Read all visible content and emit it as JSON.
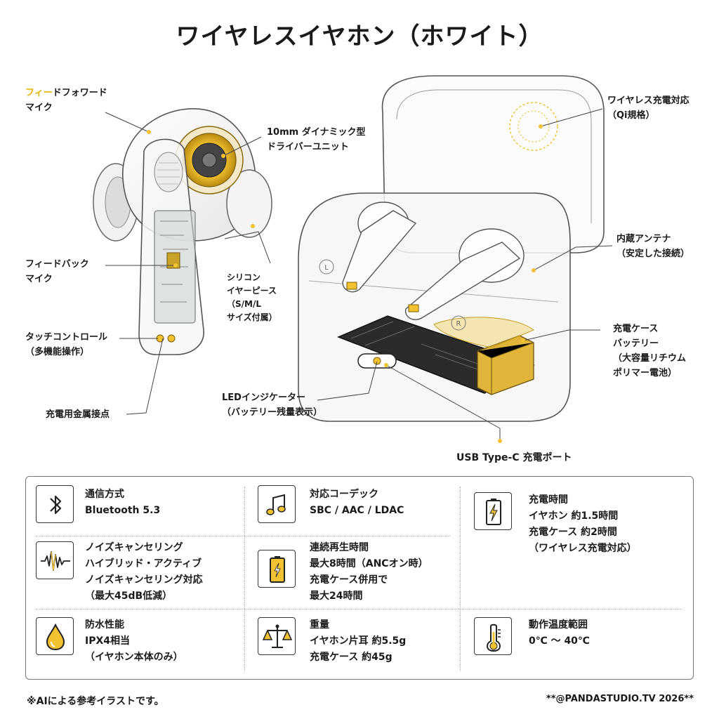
{
  "title": "ワイヤレスイヤホン（ホワイト）",
  "callouts": {
    "ff_mic": {
      "hl": "フィー",
      "rest": "ドフォワード",
      "line2": "マイク"
    },
    "driver": [
      "10mm ダイナミック型",
      "ドライバーユニット"
    ],
    "fb_mic": [
      "フィードバック",
      "マイク"
    ],
    "tips": [
      "シリコン",
      "イヤーピース",
      "（S/M/L",
      "サイズ付属）"
    ],
    "touch": [
      "タッチコントロール",
      "（多機能操作）"
    ],
    "contacts": [
      "充電用金属接点"
    ],
    "led": [
      "LEDインジケーター",
      "（バッテリー残量表示）"
    ],
    "wireless": [
      "ワイヤレス充電対応",
      "（Qi規格）"
    ],
    "antenna": [
      "内蔵アンテナ",
      "（安定した接続）"
    ],
    "battery": [
      "充電ケース",
      "バッテリー",
      "（大容量リチウム",
      "ポリマー電池）"
    ],
    "usb": [
      "USB Type-C 充電ポート"
    ],
    "case_marks": {
      "left": "L",
      "right": "R"
    }
  },
  "specs": [
    {
      "icon": "bluetooth-icon",
      "title": "通信方式",
      "lines": [
        "Bluetooth 5.3"
      ]
    },
    {
      "icon": "music-note-icon",
      "title": "対応コーデック",
      "lines": [
        "SBC / AAC / LDAC"
      ]
    },
    {
      "icon": "charging-battery-icon",
      "title": "充電時間",
      "lines": [
        "イヤホン 約1.5時間",
        "充電ケース 約2時間",
        "（ワイヤレス充電対応）"
      ]
    },
    {
      "icon": "soundwave-icon",
      "title": "ノイズキャンセリング",
      "lines": [
        "ハイブリッド・アクティブ",
        "ノイズキャンセリング対応",
        "（最大45dB低減）"
      ]
    },
    {
      "icon": "battery-icon",
      "title": "連続再生時間",
      "lines": [
        "最大8時間（ANCオン時）",
        "充電ケース併用で",
        "最大24時間"
      ]
    },
    {
      "icon": "water-drop-icon",
      "title": "防水性能",
      "lines": [
        "IPX4相当",
        "（イヤホン本体のみ）"
      ]
    },
    {
      "icon": "scale-icon",
      "title": "重量",
      "lines": [
        "イヤホン片耳 約5.5g",
        "充電ケース 約45g"
      ]
    },
    {
      "icon": "thermometer-icon",
      "title": "動作温度範囲",
      "lines": [
        "0℃ ～ 40℃"
      ]
    }
  ],
  "footer": {
    "left": "※AIによる参考イラストです。",
    "right": "**@PANDASTUDIO.TV 2026**"
  },
  "colors": {
    "accent": "#f2c230",
    "ink": "#1a1a1a",
    "line": "#555555"
  }
}
